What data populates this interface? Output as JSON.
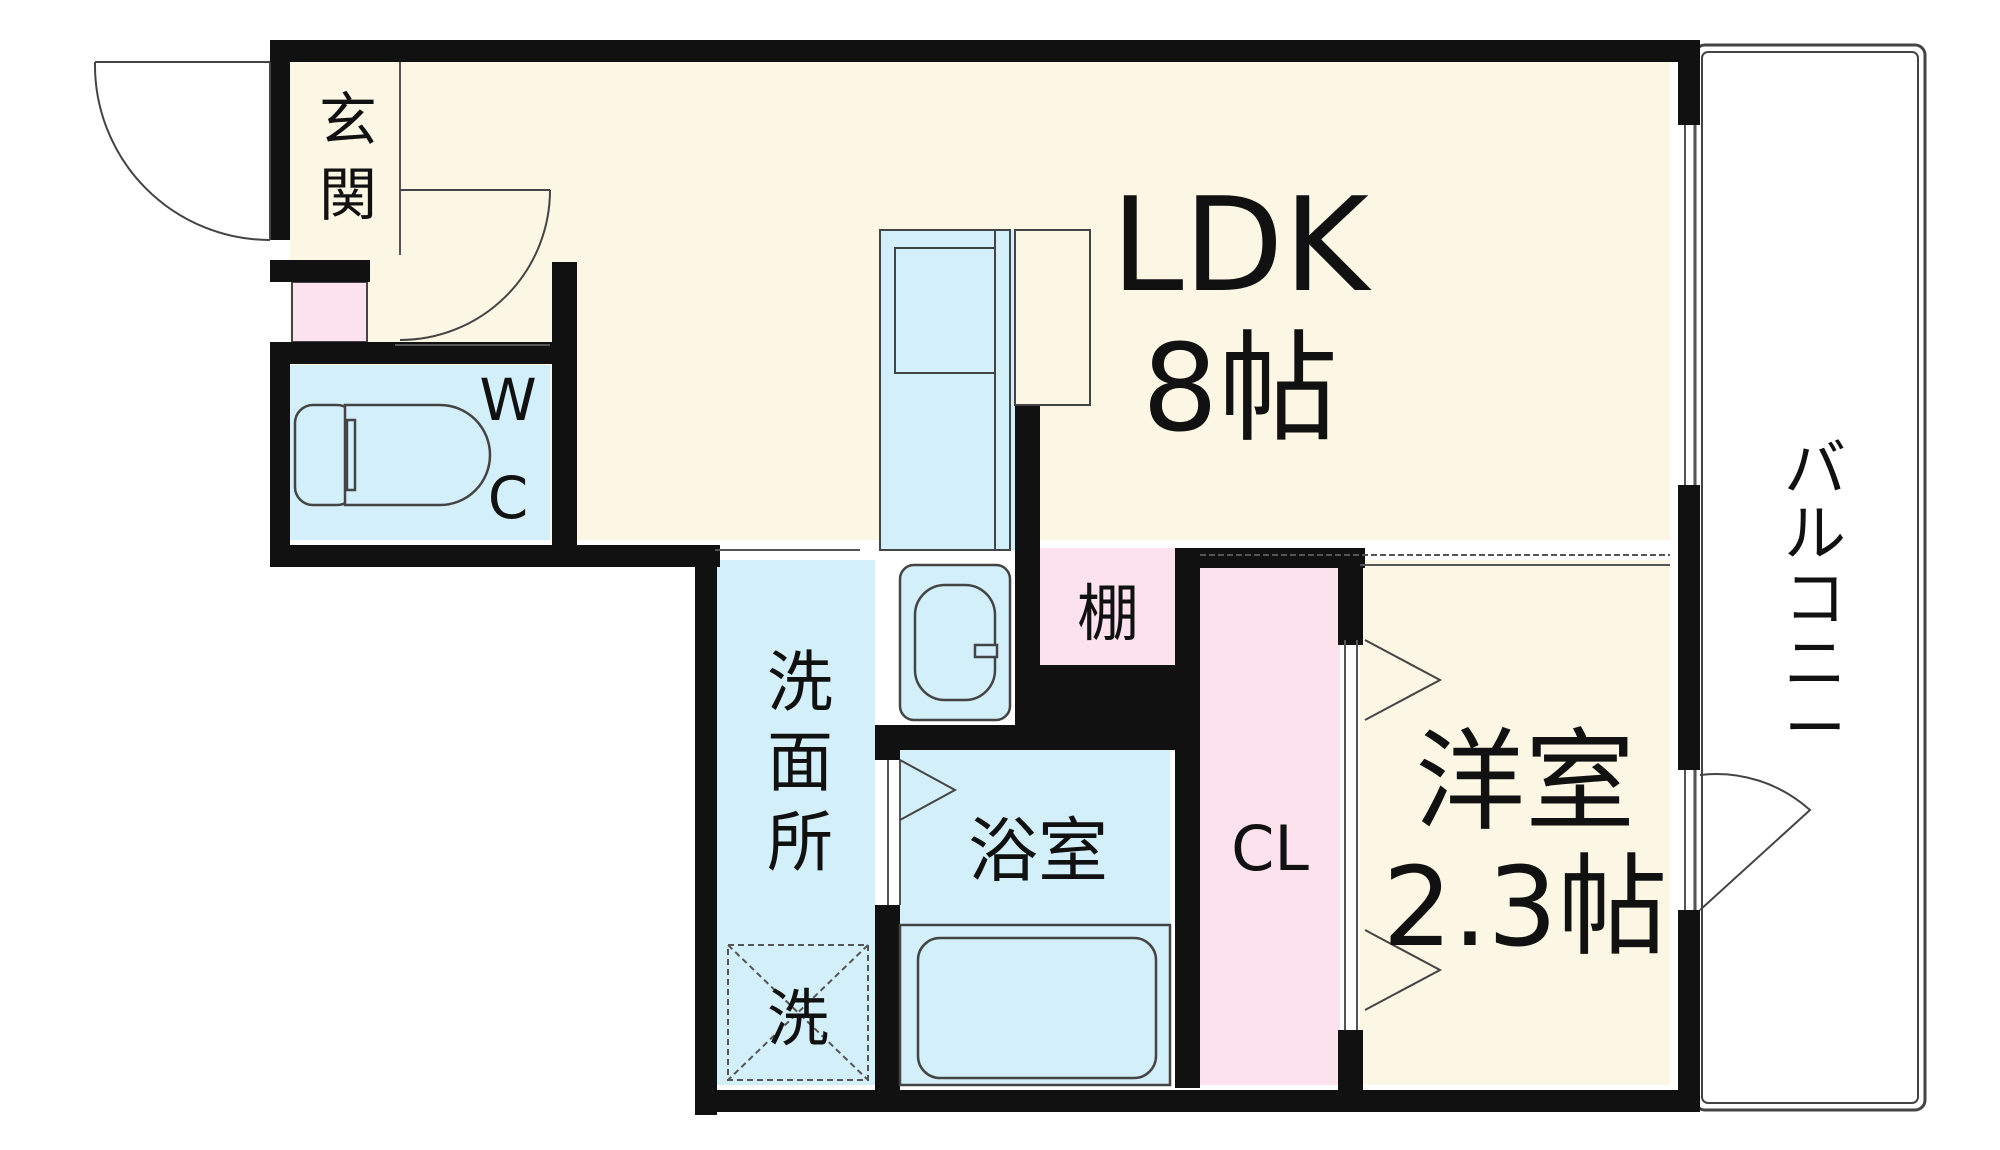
{
  "rooms": {
    "entrance": {
      "label_1": "玄",
      "label_2": "関"
    },
    "wc": {
      "label_1": "W",
      "label_2": "C"
    },
    "ldk": {
      "label": "LDK",
      "size": "8帖"
    },
    "shelf": {
      "label": "棚"
    },
    "washroom": {
      "label_1": "洗",
      "label_2": "面",
      "label_3": "所"
    },
    "washer": {
      "label": "洗"
    },
    "bathroom": {
      "label": "浴室"
    },
    "closet": {
      "label": "CL"
    },
    "western_room": {
      "label": "洋室",
      "size": "2.3帖"
    },
    "balcony": {
      "label_1": "バ",
      "label_2": "ル",
      "label_3": "コ",
      "label_4": "ニ",
      "label_5": "ー"
    }
  },
  "colors": {
    "wall": "#111111",
    "floor_beige": "#fbf7e4",
    "floor_blue": "#d3eff9",
    "floor_pink": "#fbe2ec",
    "fixture_stroke": "#444444"
  }
}
